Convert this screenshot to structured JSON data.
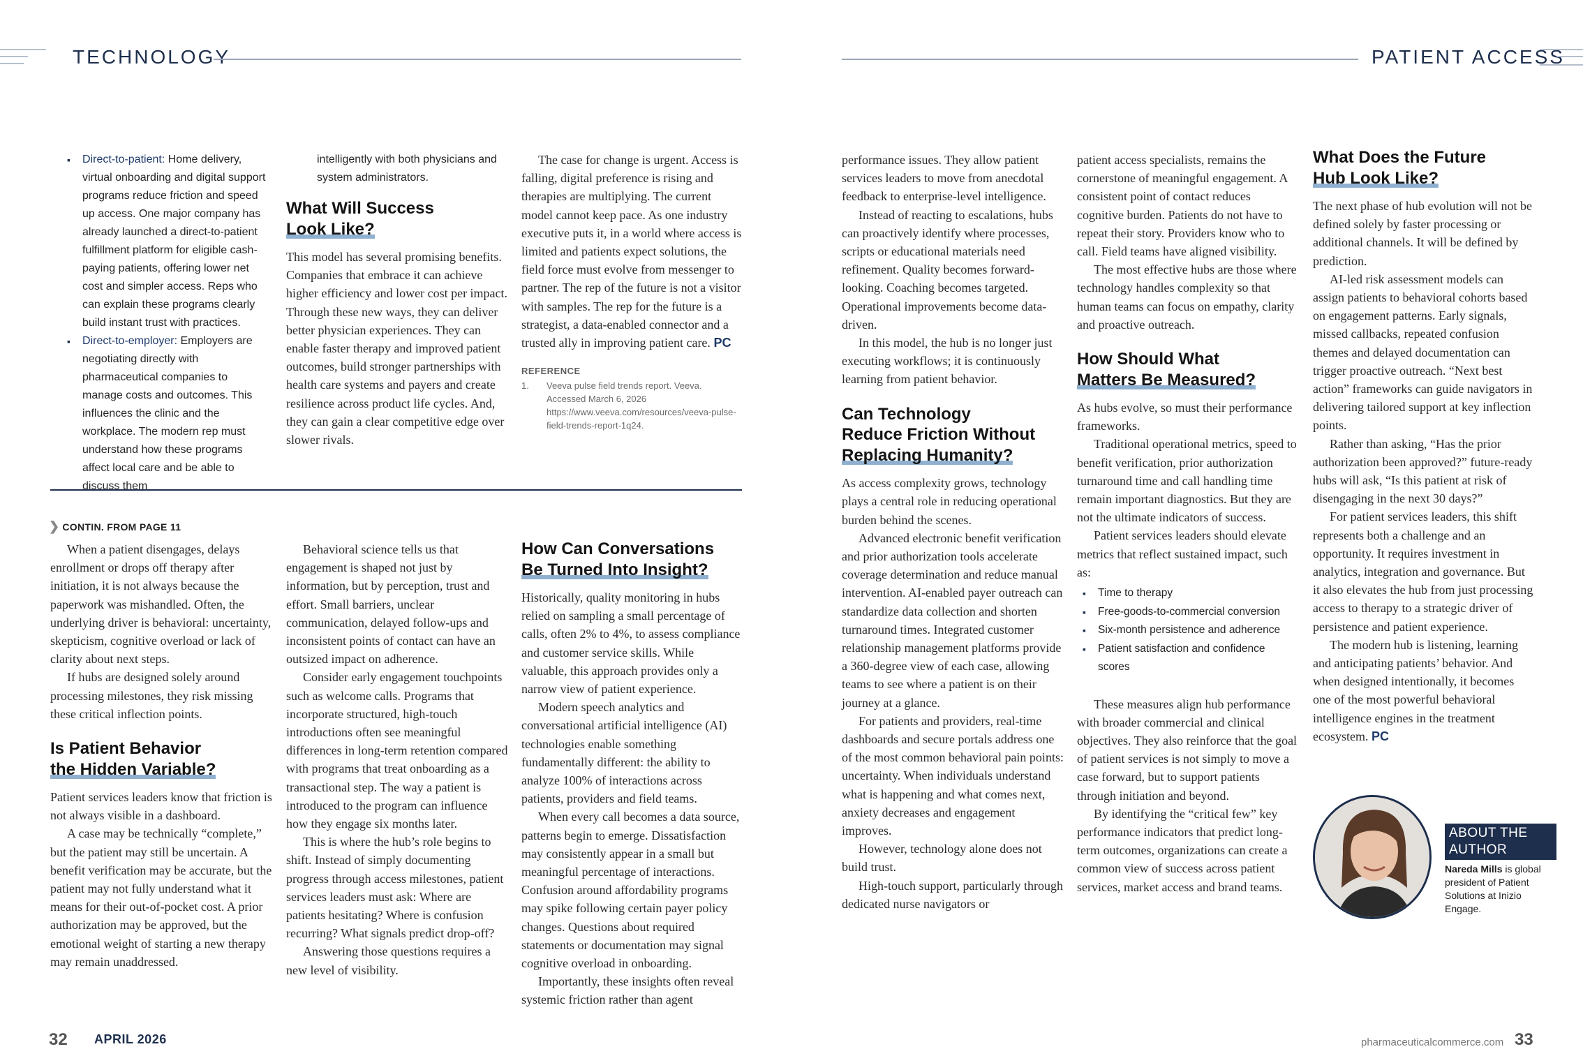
{
  "header": {
    "left_section": "TECHNOLOGY",
    "right_section": "PATIENT ACCESS"
  },
  "top_left": {
    "bullets": [
      {
        "lead": "Direct-to-patient:",
        "text": " Home delivery, virtual onboarding and digital support programs reduce friction and speed up access. One major company has already launched a direct-to-patient fulfillment platform for eligible cash-paying patients, offering lower net cost and simpler access. Reps who can explain these programs clearly build instant trust with practices."
      },
      {
        "lead": "Direct-to-employer:",
        "text": " Employers are negotiating directly with pharmaceutical companies to manage costs and outcomes. This influences the clinic and the workplace. The modern rep must understand how these programs affect local care and be able to discuss them"
      }
    ],
    "col2_cont": "intelligently with both physicians and system administrators.",
    "heading_success_1": "What Will Success",
    "heading_success_2": "Look Like?",
    "success_para": "This model has several promising benefits. Companies that embrace it can achieve higher efficiency and lower cost per impact. Through these new ways, they can deliver better physician experiences. They can enable faster therapy and improved patient outcomes, build stronger partnerships with health care systems and payers and create resilience across product life cycles. And, they can gain a clear competitive edge over slower rivals.",
    "urgent_para": "The case for change is urgent. Access is falling, digital preference is rising and therapies are multiplying. The current model cannot keep pace. As one industry executive puts it, in a world where access is limited and patients expect solutions, the field force must evolve from messenger to partner. The rep of the future is not a visitor with samples. The rep for the future is a strategist, a data-enabled connector and a trusted ally in improving patient care.",
    "pc": "PC",
    "reference_title": "REFERENCE",
    "reference_num": "1.",
    "reference_text": "Veeva pulse field trends report. Veeva. Accessed March 6, 2026 https://www.veeva.com/resources/veeva-pulse-field-trends-report-1q24."
  },
  "bottom_left": {
    "contin_prefix": "CONTIN. FROM",
    "contin_page": "PAGE 11",
    "col1_p1": "When a patient disengages, delays enrollment or drops off therapy after initiation, it is not always because the paperwork was mishandled. Often, the underlying driver is behavioral: uncertainty, skepticism, cognitive overload or lack of clarity about next steps.",
    "col1_p2": "If hubs are designed solely around processing milestones, they risk missing these critical inflection points.",
    "heading_hidden_1": "Is Patient Behavior",
    "heading_hidden_2": "the Hidden Variable?",
    "col1_p3": "Patient services leaders know that friction is not always visible in a dashboard.",
    "col1_p4": "A case may be technically “complete,” but the patient may still be uncertain. A benefit verification may be accurate, but the patient may not fully understand what it means for their out-of-pocket cost. A prior authorization may be approved, but the emotional weight of starting a new therapy may remain unaddressed.",
    "col2_p1": "Behavioral science tells us that engagement is shaped not just by information, but by perception, trust and effort. Small barriers, unclear communication, delayed follow-ups and inconsistent points of contact can have an outsized impact on adherence.",
    "col2_p2": "Consider early engagement touchpoints such as welcome calls. Programs that incorporate structured, high-touch introductions often see meaningful differences in long-term retention compared with programs that treat onboarding as a transactional step. The way a patient is introduced to the program can influence how they engage six months later.",
    "col2_p3": "This is where the hub’s role begins to shift. Instead of simply documenting progress through access milestones, patient services leaders must ask: Where are patients hesitating? Where is confusion recurring? What signals predict drop-off?",
    "col2_p4": "Answering those questions requires a new level of visibility.",
    "heading_conv_1": "How Can Conversations",
    "heading_conv_2": "Be Turned Into Insight?",
    "col3_p1": "Historically, quality monitoring in hubs relied on sampling a small percentage of calls, often 2% to 4%, to assess compliance and customer service skills. While valuable, this approach provides only a narrow view of patient experience.",
    "col3_p2": "Modern speech analytics and conversational artificial intelligence (AI) technologies enable something fundamentally different: the ability to analyze 100% of interactions across patients, providers and field teams.",
    "col3_p3": "When every call becomes a data source, patterns begin to emerge. Dissatisfaction may consistently appear in a small but meaningful percentage of interactions. Confusion around affordability programs may spike following certain payer policy changes. Questions about required statements or documentation may signal cognitive overload in onboarding.",
    "col3_p4": "Importantly, these insights often reveal systemic friction rather than agent"
  },
  "right_page": {
    "col1_p0": "performance issues. They allow patient services leaders to move from anecdotal feedback to enterprise-level intelligence.",
    "col1_p1": "Instead of reacting to escalations, hubs can proactively identify where processes, scripts or educational materials need refinement. Quality becomes forward-looking. Coaching becomes targeted. Operational improvements become data-driven.",
    "col1_p2": "In this model, the hub is no longer just executing workflows; it is continuously learning from patient behavior.",
    "heading_tech_1": "Can Technology",
    "heading_tech_2": "Reduce Friction Without",
    "heading_tech_3": "Replacing Humanity?",
    "col1_p3": "As access complexity grows, technology plays a central role in reducing operational burden behind the scenes.",
    "col1_p4": "Advanced electronic benefit verification and prior authorization tools accelerate coverage determination and reduce manual intervention. AI-enabled payer outreach can standardize data collection and shorten turnaround times. Integrated customer relationship management platforms provide a 360-degree view of each case, allowing teams to see where a patient is on their journey at a glance.",
    "col1_p5": "For patients and providers, real-time dashboards and secure portals address one of the most common behavioral pain points: uncertainty. When individuals understand what is happening and what comes next, anxiety decreases and engagement improves.",
    "col1_p6": "However, technology alone does not build trust.",
    "col1_p7": "High-touch support, particularly through dedicated nurse navigators or",
    "col2_p0": "patient access specialists, remains the cornerstone of meaningful engagement. A consistent point of contact reduces cognitive burden. Patients do not have to repeat their story. Providers know who to call. Field teams have aligned visibility.",
    "col2_p1": "The most effective hubs are those where technology handles complexity so that human teams can focus on empathy, clarity and proactive outreach.",
    "heading_measure_1": "How Should What",
    "heading_measure_2": "Matters Be Measured?",
    "col2_p2": "As hubs evolve, so must their performance frameworks.",
    "col2_p3": "Traditional operational metrics, speed to benefit verification, prior authorization turnaround time and call handling time remain important diagnostics. But they are not the ultimate indicators of success.",
    "col2_p4": "Patient services leaders should elevate metrics that reflect sustained impact, such as:",
    "metrics": [
      "Time to therapy",
      "Free-goods-to-commercial conversion",
      "Six-month persistence and adherence",
      "Patient satisfaction and confidence scores"
    ],
    "col2_p5": "These measures align hub performance with broader commercial and clinical objectives. They also reinforce that the goal of patient services is not simply to move a case forward, but to support patients through initiation and beyond.",
    "col2_p6": "By identifying the “critical few” key performance indicators that predict long-term outcomes, organizations can create a common view of success across patient services, market access and brand teams.",
    "heading_future_1": "What Does the Future",
    "heading_future_2": "Hub Look Like?",
    "col3_p1": "The next phase of hub evolution will not be defined solely by faster processing or additional channels. It will be defined by prediction.",
    "col3_p2": "AI-led risk assessment models can assign patients to behavioral cohorts based on engagement patterns. Early signals, missed callbacks, repeated confusion themes and delayed documentation can trigger proactive outreach. “Next best action” frameworks can guide navigators in delivering tailored support at key inflection points.",
    "col3_p3": "Rather than asking, “Has the prior authorization been approved?” future-ready hubs will ask, “Is this patient at risk of disengaging in the next 30 days?”",
    "col3_p4": "For patient services leaders, this shift represents both a challenge and an opportunity. It requires investment in analytics, integration and governance. But it also elevates the hub from just processing access to therapy to a strategic driver of persistence and patient experience.",
    "col3_p5": "The modern hub is listening, learning and anticipating patients’ behavior. And when designed intentionally, it becomes one of the most powerful behavioral intelligence engines in the treatment ecosystem.",
    "pc": "PC",
    "about_label": "ABOUT THE AUTHOR",
    "author_name": "Nareda Mills",
    "author_bio": " is global president of Patient Solutions at Inizio Engage."
  },
  "footer": {
    "left_page_num": "32",
    "month": "APRIL 2026",
    "url": "pharmaceuticalcommerce.com",
    "right_page_num": "33"
  },
  "colors": {
    "navy": "#1e2f4d",
    "underline_blue": "#8fb0d0",
    "link_blue": "#1f3a6a"
  }
}
